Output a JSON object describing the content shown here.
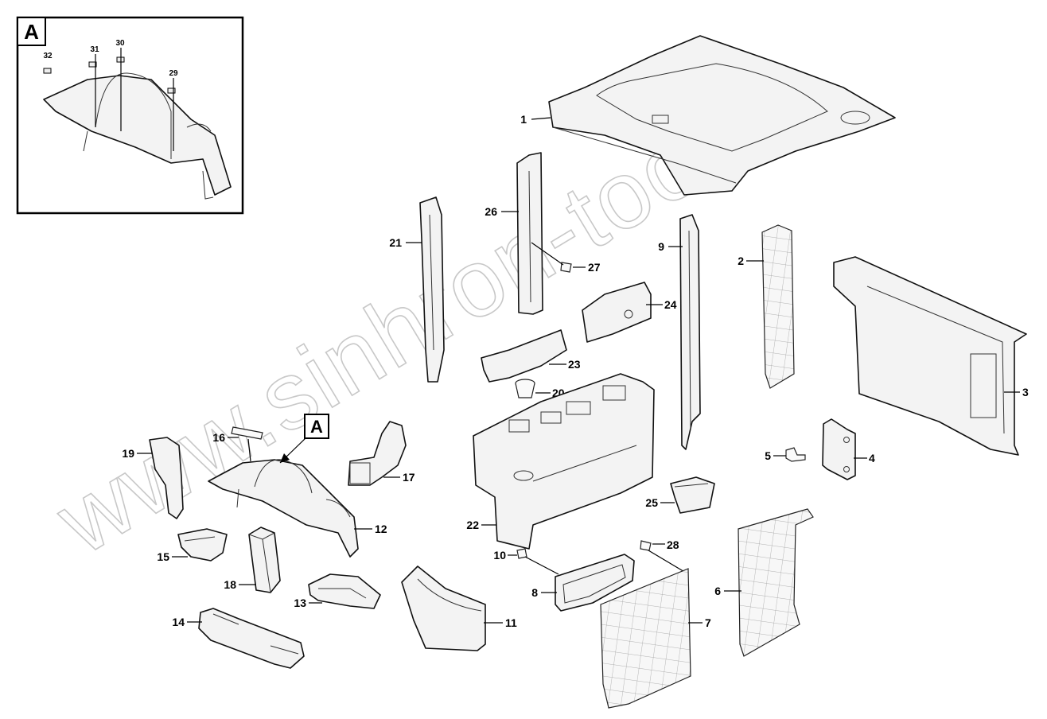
{
  "inset": {
    "label": "A",
    "callouts": [
      "32",
      "31",
      "30",
      "29"
    ]
  },
  "detail_marker": "A",
  "watermark": "www.sinhron-too.kz",
  "callouts": [
    "1",
    "2",
    "3",
    "4",
    "5",
    "6",
    "7",
    "8",
    "9",
    "10",
    "11",
    "12",
    "13",
    "14",
    "15",
    "16",
    "17",
    "18",
    "19",
    "20",
    "21",
    "22",
    "23",
    "24",
    "25",
    "26",
    "27",
    "28"
  ]
}
